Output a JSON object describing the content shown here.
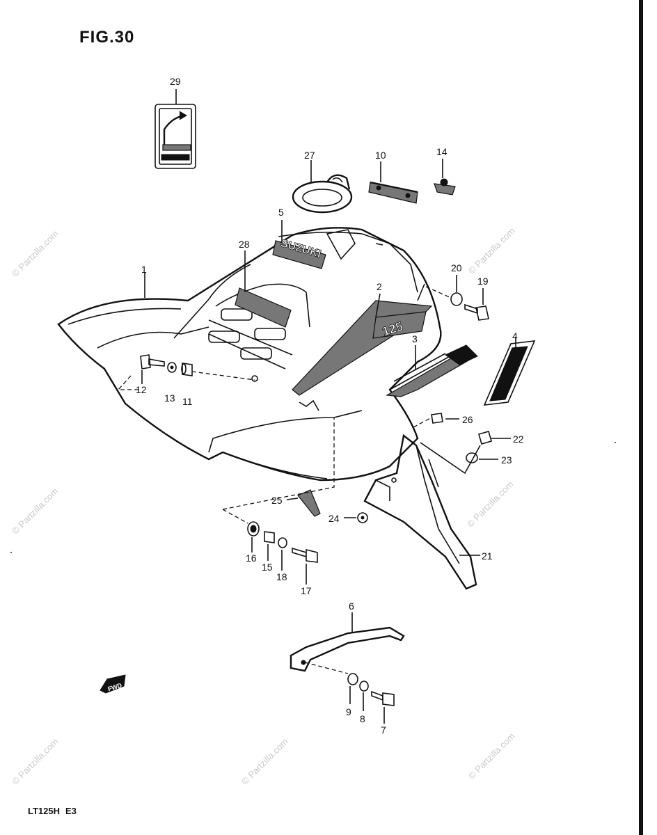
{
  "figure": {
    "title": "FIG.30"
  },
  "model": {
    "code": "LT125H",
    "region": "E3"
  },
  "watermark": "© Partzilla.com",
  "fwd_label": "FWD",
  "callouts": [
    {
      "id": "c1",
      "label": "1"
    },
    {
      "id": "c2",
      "label": "2"
    },
    {
      "id": "c3",
      "label": "3"
    },
    {
      "id": "c4",
      "label": "4"
    },
    {
      "id": "c5",
      "label": "5"
    },
    {
      "id": "c6",
      "label": "6"
    },
    {
      "id": "c7",
      "label": "7"
    },
    {
      "id": "c8",
      "label": "8"
    },
    {
      "id": "c9",
      "label": "9"
    },
    {
      "id": "c10",
      "label": "10"
    },
    {
      "id": "c11",
      "label": "11"
    },
    {
      "id": "c12",
      "label": "12"
    },
    {
      "id": "c13",
      "label": "13"
    },
    {
      "id": "c14",
      "label": "14"
    },
    {
      "id": "c15",
      "label": "15"
    },
    {
      "id": "c16",
      "label": "16"
    },
    {
      "id": "c17",
      "label": "17"
    },
    {
      "id": "c18",
      "label": "18"
    },
    {
      "id": "c19",
      "label": "19"
    },
    {
      "id": "c20",
      "label": "20"
    },
    {
      "id": "c21",
      "label": "21"
    },
    {
      "id": "c22",
      "label": "22"
    },
    {
      "id": "c23",
      "label": "23"
    },
    {
      "id": "c24",
      "label": "24"
    },
    {
      "id": "c25",
      "label": "25"
    },
    {
      "id": "c26",
      "label": "26"
    },
    {
      "id": "c27",
      "label": "27"
    },
    {
      "id": "c28",
      "label": "28"
    },
    {
      "id": "c29",
      "label": "29"
    }
  ],
  "decals": {
    "brand": "SUZUKI",
    "model_badge": "125"
  }
}
